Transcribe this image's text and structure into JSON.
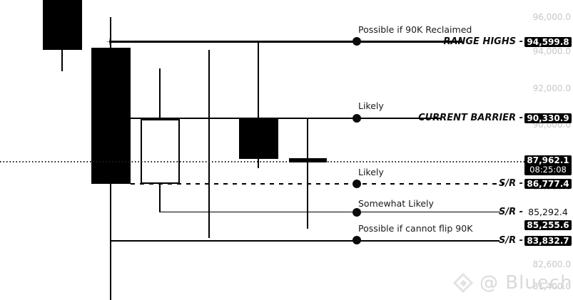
{
  "chart": {
    "watermark": "@ Bluechip"
  },
  "price_axis": {
    "ticks": [
      "96,000.0",
      "94,000.0",
      "92,000.0",
      "90,000.0",
      "86,500.0",
      "82,600.0",
      "81,400.0"
    ]
  },
  "levels": [
    {
      "label": "RANGE HIGHS -",
      "price": "94,599.8",
      "annotation": "Possible if 90K Reclaimed"
    },
    {
      "label": "CURRENT BARRIER -",
      "price": "90,330.9",
      "annotation": "Likely"
    },
    {
      "label": "S/R -",
      "price": "86,777.4",
      "annotation": "Likely"
    },
    {
      "label": "S/R -",
      "price": "85,292.4",
      "annotation": "Somewhat Likely"
    },
    {
      "label": "S/R -",
      "price": "83,832.7",
      "annotation": "Possible if cannot flip 90K"
    }
  ],
  "last_price": {
    "value": "87,962.1",
    "countdown": "08:25:08"
  },
  "floating_label": {
    "value": "85,255.6"
  },
  "colors": {
    "background": "#ffffff",
    "candle_bearish_fill": "#000000",
    "candle_bullish_fill": "#ffffff",
    "line": "#000000",
    "axis_text": "#c7c7c7",
    "badge_bg": "#000000",
    "badge_text": "#ffffff",
    "annotation_text": "#1a1a1a",
    "watermark": "#dcdcdc"
  },
  "chart_data": {
    "type": "candlestick",
    "scale": "log",
    "y_axis_visible_range": [
      81200,
      96800
    ],
    "last_price": 87962.1,
    "countdown_to_bar_close": "08:25:08",
    "candles": [
      {
        "open": 96800,
        "high": 96800,
        "low": 92920,
        "close": 94080,
        "direction": "down",
        "note": "top cut off by image edge"
      },
      {
        "open": 94190,
        "high": 95850,
        "low": 80700,
        "close": 86850,
        "direction": "down"
      },
      {
        "open": 86850,
        "high": 93080,
        "low": 85290,
        "close": 90350,
        "direction": "up"
      },
      {
        "open": 87960,
        "high": 94080,
        "low": 83920,
        "close": 87960,
        "direction": "doji"
      },
      {
        "open": 90420,
        "high": 94600,
        "low": 87690,
        "close": 88190,
        "direction": "down"
      },
      {
        "open": 88200,
        "high": 90330,
        "low": 84420,
        "close": 87990,
        "direction": "down"
      }
    ],
    "horizontal_levels": [
      {
        "name": "RANGE HIGHS",
        "price": 94599.8,
        "style": "solid thick",
        "note": "Possible if 90K Reclaimed"
      },
      {
        "name": "CURRENT BARRIER",
        "price": 90330.9,
        "style": "solid",
        "note": "Likely"
      },
      {
        "name": "S/R",
        "price": 86777.4,
        "style": "dashed",
        "note": "Likely"
      },
      {
        "name": "S/R",
        "price": 85292.4,
        "style": "solid thin",
        "note": "Somewhat Likely"
      },
      {
        "name": "S/R",
        "price": 83832.7,
        "style": "solid",
        "note": "Possible if cannot flip 90K"
      }
    ],
    "extra_axis_label": 85255.6,
    "axis_ticks": [
      96000,
      94000,
      92000,
      90000,
      86500,
      82600,
      81400
    ]
  }
}
